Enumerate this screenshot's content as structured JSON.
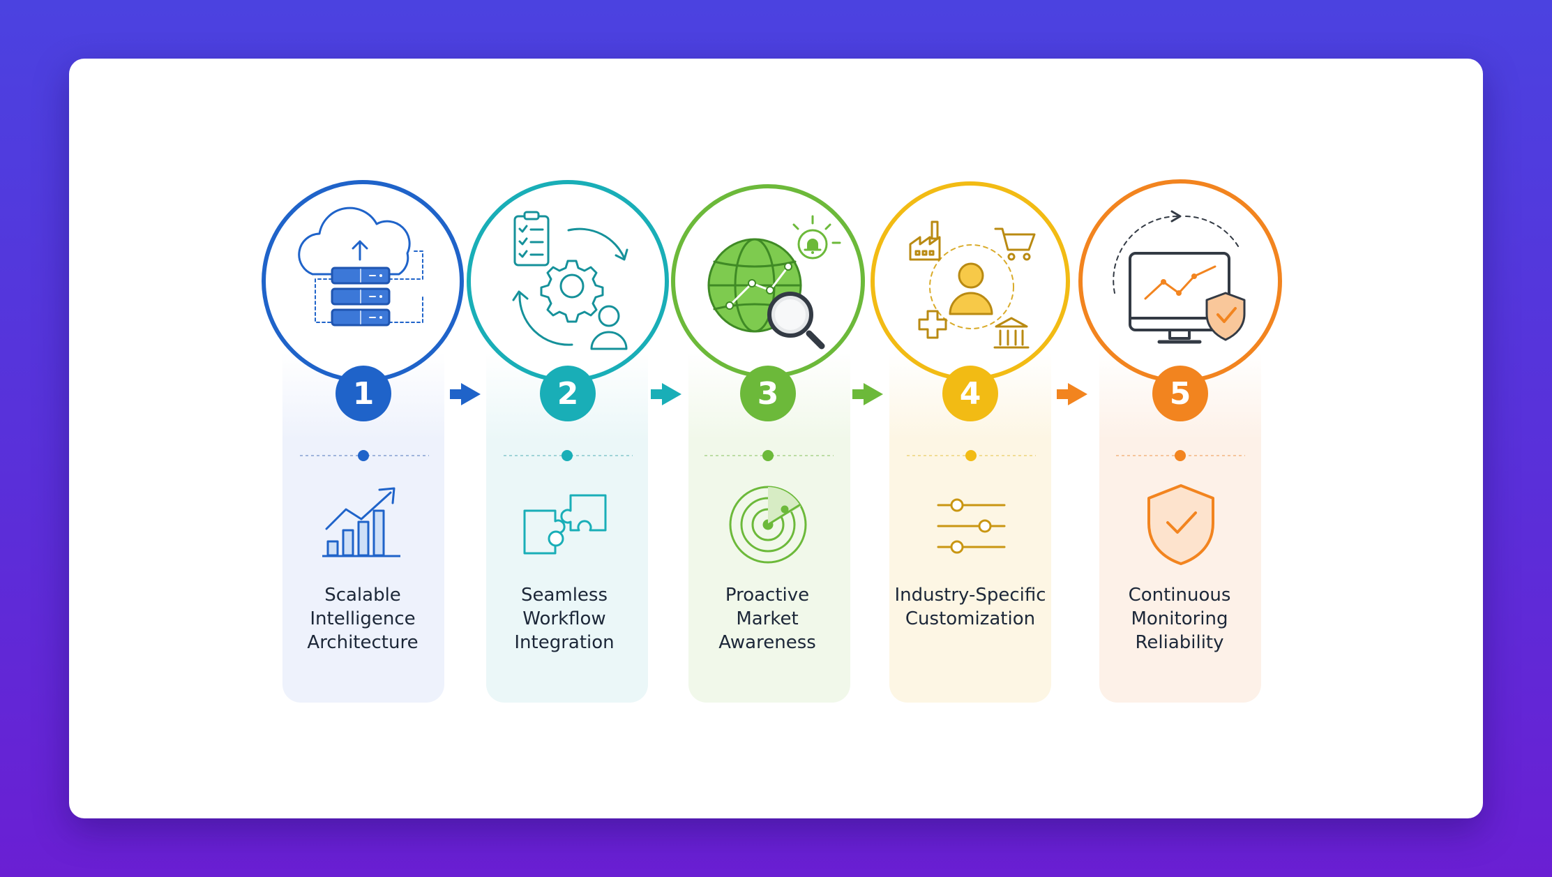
{
  "steps": [
    {
      "number": "1",
      "title_lines": [
        "Scalable",
        "Intelligence",
        "Architecture"
      ],
      "color": "#1f63c9",
      "tint": "#edf2fc",
      "top_icon": "cloud-server-icon",
      "bottom_icon": "growth-chart-icon"
    },
    {
      "number": "2",
      "title_lines": [
        "Seamless",
        "Workflow",
        "Integration"
      ],
      "color": "#19aeb7",
      "tint": "#ebf7f8",
      "top_icon": "workflow-gear-icon",
      "bottom_icon": "puzzle-icon"
    },
    {
      "number": "3",
      "title_lines": [
        "Proactive",
        "Market",
        "Awareness"
      ],
      "color": "#6cb93a",
      "tint": "#f1f8ea",
      "top_icon": "globe-search-icon",
      "bottom_icon": "radar-icon"
    },
    {
      "number": "4",
      "title_lines": [
        "Industry-Specific",
        "Customization"
      ],
      "color": "#f2bb14",
      "tint": "#fdf7e6",
      "top_icon": "industries-user-icon",
      "bottom_icon": "sliders-icon"
    },
    {
      "number": "5",
      "title_lines": [
        "Continuous",
        "Monitoring",
        "Reliability"
      ],
      "color": "#f2841f",
      "tint": "#fdf2ea",
      "top_icon": "monitor-shield-icon",
      "bottom_icon": "shield-check-icon"
    }
  ]
}
